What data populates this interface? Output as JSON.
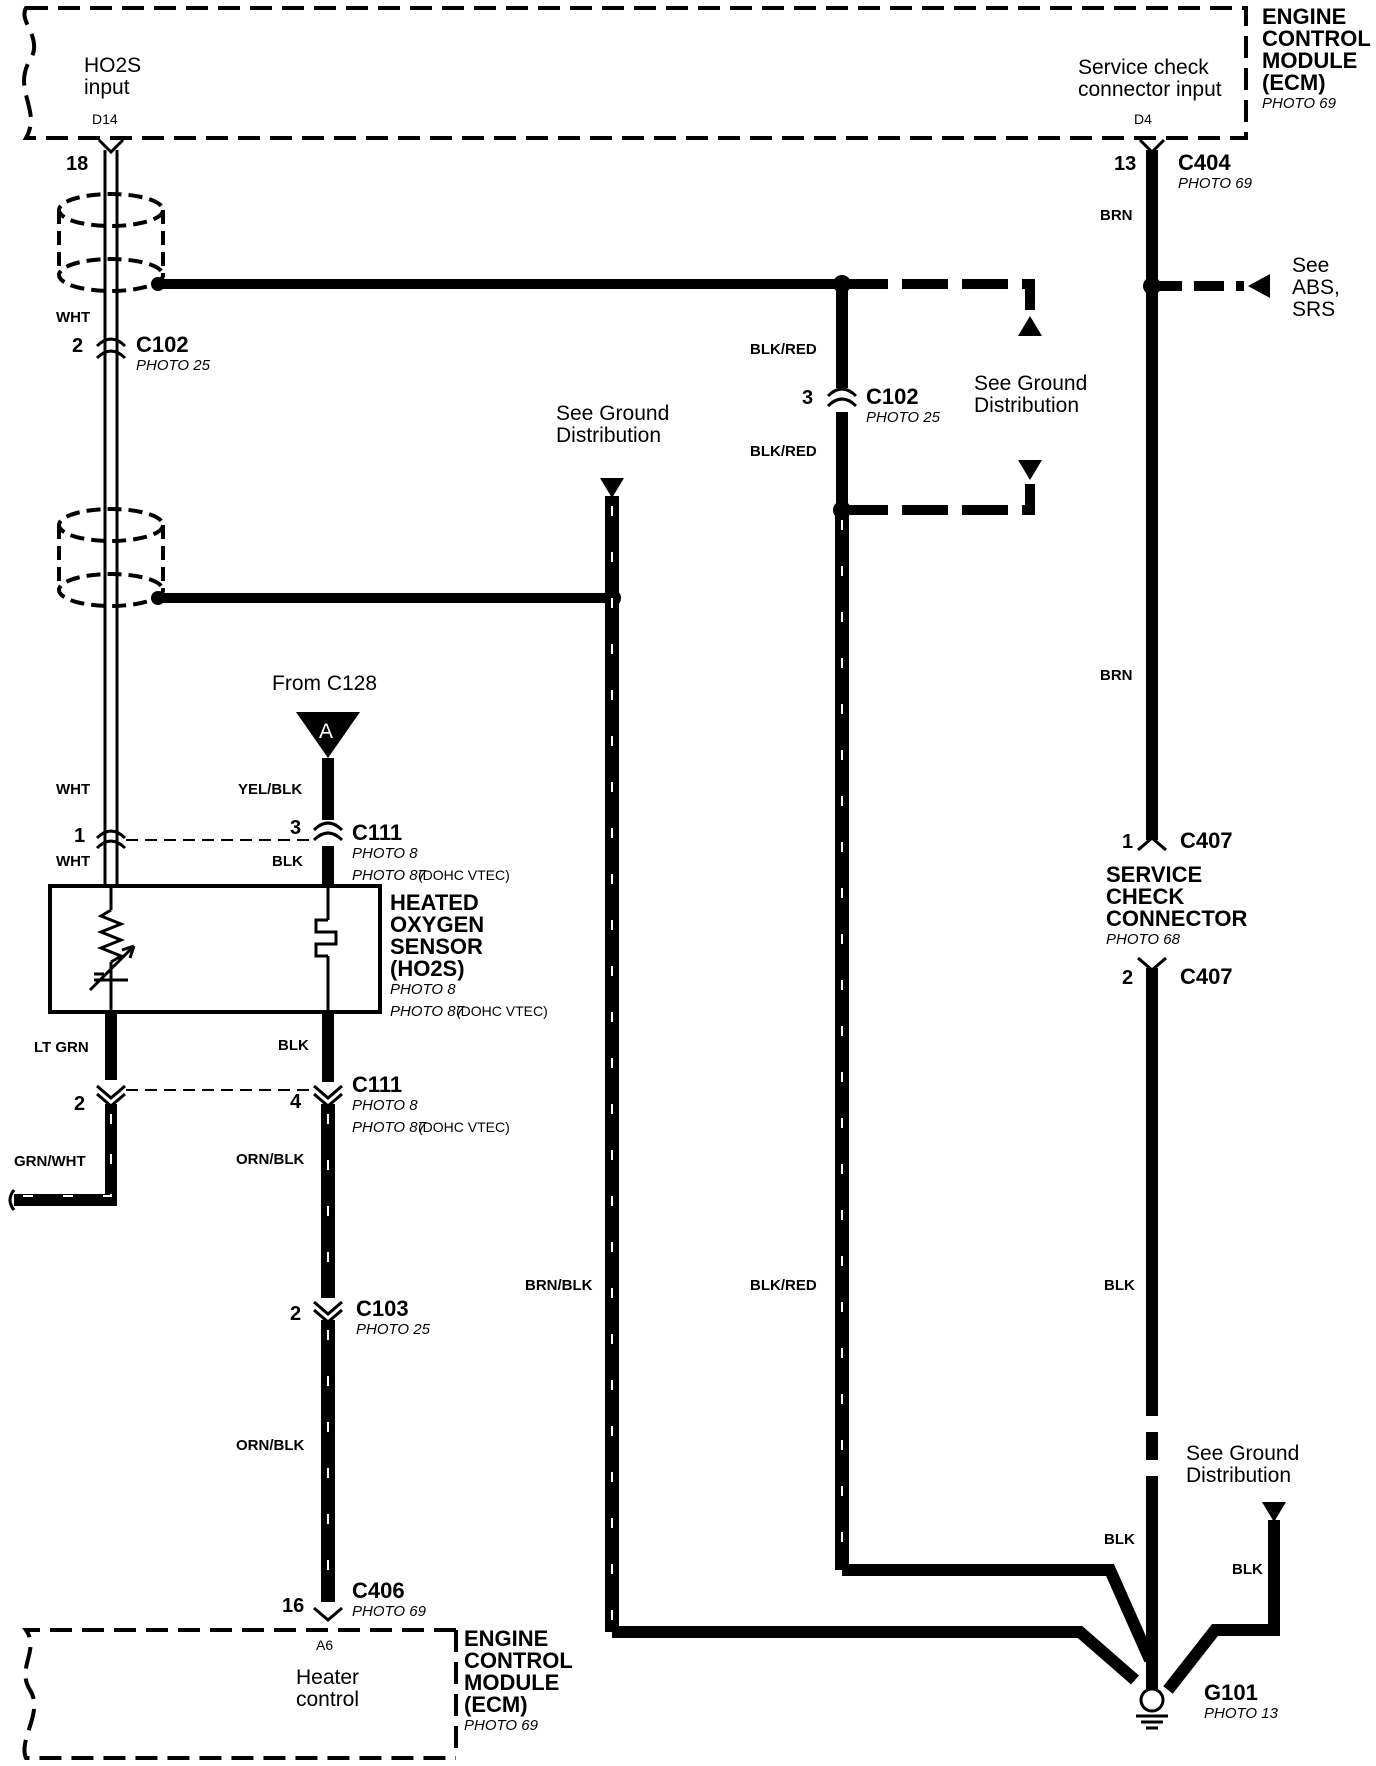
{
  "ecm_top": {
    "title_lines": [
      "ENGINE",
      "CONTROL",
      "MODULE",
      "(ECM)"
    ],
    "photo": "PHOTO 69",
    "ho2s_input_lines": [
      "HO2S",
      "input"
    ],
    "ho2s_term": "D14",
    "svc_input_lines": [
      "Service check",
      "connector input"
    ],
    "svc_term": "D4"
  },
  "ecm_bottom": {
    "title_lines": [
      "ENGINE",
      "CONTROL",
      "MODULE",
      "(ECM)"
    ],
    "photo": "PHOTO 69",
    "term": "A6",
    "heater_lines": [
      "Heater",
      "control"
    ]
  },
  "sensor": {
    "title_lines": [
      "HEATED",
      "OXYGEN",
      "SENSOR",
      "(HO2S)"
    ],
    "photo1": "PHOTO 8",
    "photo2": "PHOTO 87",
    "photo2_note": "(DOHC VTEC)"
  },
  "svc_connector": {
    "title_lines": [
      "SERVICE",
      "CHECK",
      "CONNECTOR"
    ],
    "photo": "PHOTO 68"
  },
  "connectors": {
    "c404": {
      "name": "C404",
      "pin": "13",
      "photo": "PHOTO 69"
    },
    "c102_a": {
      "name": "C102",
      "pin": "2",
      "photo": "PHOTO 25"
    },
    "c102_b": {
      "name": "C102",
      "pin": "3",
      "photo": "PHOTO 25"
    },
    "c111_top": {
      "name": "C111",
      "pin_left": "1",
      "pin_right": "3",
      "photo1": "PHOTO 8",
      "photo2": "PHOTO 87",
      "photo2_note": "(DOHC VTEC)"
    },
    "c111_bot": {
      "name": "C111",
      "pin_left": "2",
      "pin_right": "4",
      "photo1": "PHOTO 8",
      "photo2": "PHOTO 87",
      "photo2_note": "(DOHC VTEC)"
    },
    "c103": {
      "name": "C103",
      "pin": "2",
      "photo": "PHOTO 25"
    },
    "c406": {
      "name": "C406",
      "pin": "16",
      "photo": "PHOTO 69"
    },
    "c407_1": {
      "name": "C407",
      "pin": "1"
    },
    "c407_2": {
      "name": "C407",
      "pin": "2"
    },
    "g101": {
      "name": "G101",
      "photo": "PHOTO 13"
    }
  },
  "pins": {
    "ecm_ho2s": "18"
  },
  "wires": {
    "wht_upper": "WHT",
    "wht_mid": "WHT",
    "wht_low": "WHT",
    "yel_blk": "YEL/BLK",
    "blk_c111": "BLK",
    "lt_grn": "LT GRN",
    "blk_sensor": "BLK",
    "grn_wht": "GRN/WHT",
    "orn_blk_1": "ORN/BLK",
    "orn_blk_2": "ORN/BLK",
    "brn_blk": "BRN/BLK",
    "blk_red_1": "BLK/RED",
    "blk_red_2": "BLK/RED",
    "blk_red_3": "BLK/RED",
    "brn_1": "BRN",
    "brn_2": "BRN",
    "blk_svc": "BLK",
    "blk_lower": "BLK",
    "blk_ground": "BLK"
  },
  "refs": {
    "ground_dist_1": [
      "See Ground",
      "Distribution"
    ],
    "ground_dist_2": [
      "See Ground",
      "Distribution"
    ],
    "ground_dist_3": [
      "See Ground",
      "Distribution"
    ],
    "see_abs": [
      "See",
      "ABS,",
      "SRS"
    ],
    "from_c128": "From C128",
    "connector_a": "A"
  }
}
